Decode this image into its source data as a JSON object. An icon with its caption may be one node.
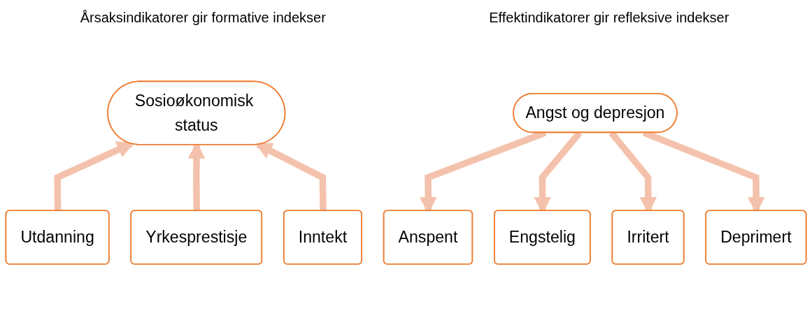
{
  "diagram": {
    "nodes": [
      {
        "text": [
          "Sosioøkonomisk status"
        ]
      },
      {
        "text": [
          "Utdanning"
        ]
      },
      {
        "text": [
          "Yrkesprestisje"
        ]
      },
      {
        "text": [
          "Inntekt"
        ]
      },
      {
        "text": [
          "Angst og depresjon"
        ]
      },
      {
        "text": [
          "Anspent"
        ]
      },
      {
        "text": [
          "Engstelig"
        ]
      },
      {
        "text": [
          "Irritert"
        ]
      },
      {
        "text": [
          "Deprimert"
        ]
      }
    ],
    "edges": [
      {
        "from": 1,
        "to": 0,
        "arrow": "to"
      },
      {
        "from": 2,
        "to": 0,
        "arrow": "to"
      },
      {
        "from": 3,
        "to": 0,
        "arrow": "to"
      },
      {
        "from": 4,
        "to": 5,
        "arrow": "to"
      },
      {
        "from": 4,
        "to": 6,
        "arrow": "to"
      },
      {
        "from": 4,
        "to": 7,
        "arrow": "to"
      },
      {
        "from": 4,
        "to": 8,
        "arrow": "to"
      }
    ],
    "labels": [
      "Årsaksindikatorer gir formative indekser",
      "Effektindikatorer gir refleksive indekser"
    ]
  }
}
